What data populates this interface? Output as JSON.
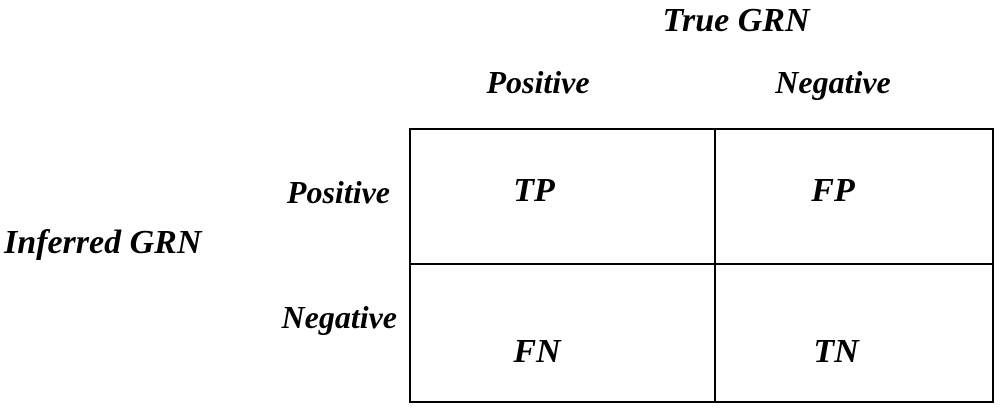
{
  "figure": {
    "type": "confusion-matrix",
    "column_axis_title": "True GRN",
    "row_axis_title": "Inferred GRN",
    "column_headers": [
      "Positive",
      "Negative"
    ],
    "row_headers": [
      "Positive",
      "Negative"
    ],
    "cells": [
      [
        "TP",
        "FP"
      ],
      [
        "FN",
        "TN"
      ]
    ]
  },
  "colors": {
    "ink": "#000000",
    "background": "#ffffff",
    "border": "#000000"
  }
}
